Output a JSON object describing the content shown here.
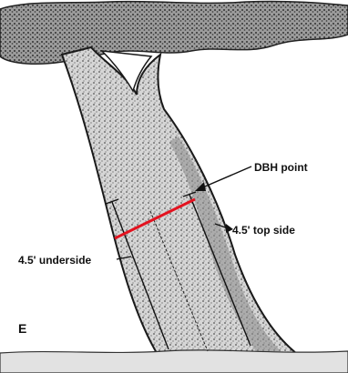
{
  "labels": {
    "dbh_point": "DBH point",
    "top_side": "4.5' top side",
    "underside": "4.5' underside",
    "panel": "E"
  },
  "colors": {
    "ink": "#1a1a1a",
    "bark_fill": "#cfcfcf",
    "canopy_fill": "#a9a9a9",
    "dbh_line": "#e3121f"
  },
  "icons": {
    "arrow": "arrow-head-icon"
  }
}
